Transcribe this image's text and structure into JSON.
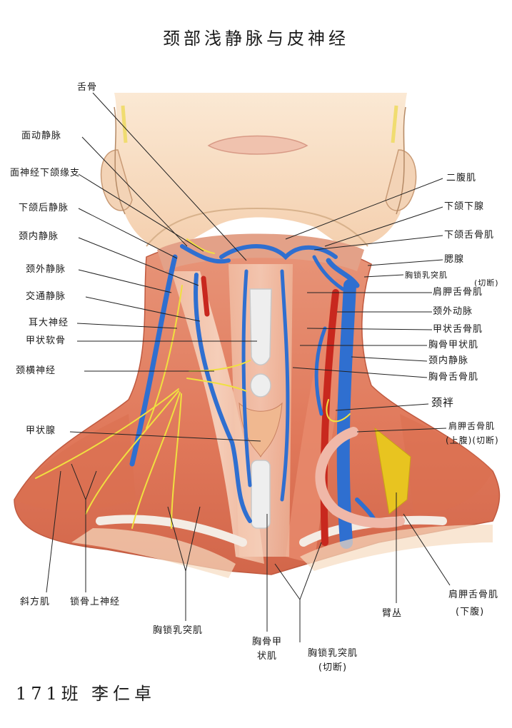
{
  "title": "颈部浅静脉与皮神经",
  "left_labels": {
    "hyoid": "舌骨",
    "facial_artery_vein": "面动静脉",
    "marginal_mandibular": "面神经下颌缘支",
    "retromandibular_vein": "下颌后静脉",
    "internal_jugular_vein_left": "颈内静脉",
    "external_jugular_vein": "颈外静脉",
    "communicating_vein": "交通静脉",
    "great_auricular_nerve": "耳大神经",
    "thyroid_cartilage": "甲状软骨",
    "transverse_cervical_nerve": "颈横神经",
    "thyroid_gland": "甲状腺"
  },
  "right_labels": {
    "digastric": "二腹肌",
    "submandibular_gland": "下颌下腺",
    "mylohyoid": "下颌舌骨肌",
    "parotid": "腮腺",
    "scm_cut_upper": "胸锁乳突肌",
    "cut_note_upper": "(切断)",
    "omohyoid": "肩胛舌骨肌",
    "external_carotid": "颈外动脉",
    "thyrohyoid": "甲状舌骨肌",
    "sternothyroid_right": "胸骨甲状肌",
    "internal_jugular_vein_right": "颈内静脉",
    "sternohyoid": "胸骨舌骨肌",
    "ansa_cervicalis": "颈袢",
    "omohyoid_superior": "肩胛舌骨肌",
    "omohyoid_superior_note": "(上腹)(切断)"
  },
  "bottom_labels": {
    "trapezius": "斜方肌",
    "supraclavicular_nerves": "锁骨上神经",
    "sternocleidomastoid": "胸锁乳突肌",
    "sternothyroid_line1": "胸骨甲",
    "sternothyroid_line2": "状肌",
    "scm_cut_line1": "胸锁乳突肌",
    "scm_cut_line2": "(切断)",
    "brachial_plexus": "臂丛",
    "omohyoid_inferior_line1": "肩胛舌骨肌",
    "omohyoid_inferior_line2": "(下腹)"
  },
  "signature": {
    "class": "171班",
    "name": "李仁卓"
  },
  "colors": {
    "vein": "#2f6fd0",
    "artery": "#c8281e",
    "nerve": "#f0e040",
    "muscle": "#e0785a",
    "skin": "#f7dcc0",
    "cartilage": "#eeeeee",
    "plexus": "#e8c420"
  }
}
